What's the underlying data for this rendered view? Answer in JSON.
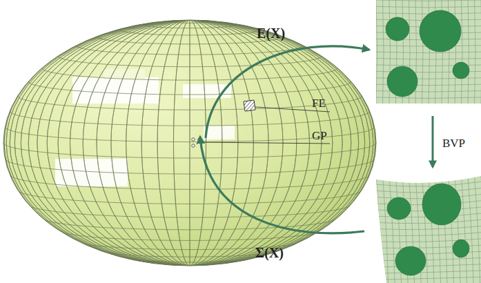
{
  "diagram": {
    "labels": [
      "E(X)",
      "FE",
      "GP",
      "BVP",
      "Σ(X)"
    ]
  }
}
